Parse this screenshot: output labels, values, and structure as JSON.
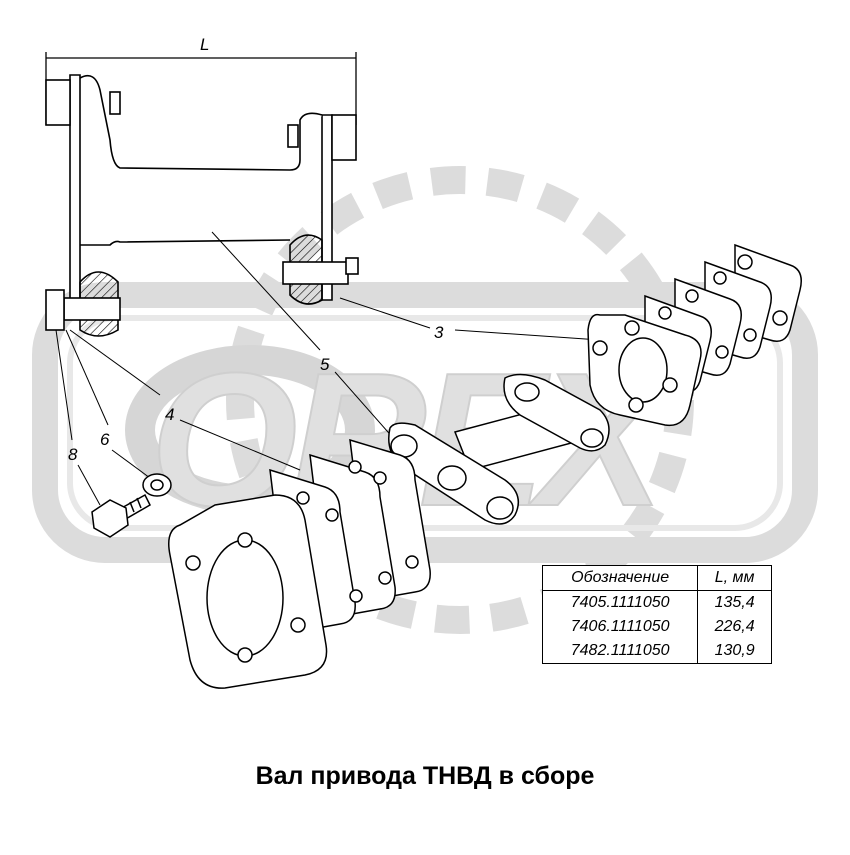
{
  "dimension_label": "L",
  "callouts": [
    "3",
    "4",
    "5",
    "6",
    "8"
  ],
  "watermark": "OREX",
  "table": {
    "headers": [
      "Обозначение",
      "L, мм"
    ],
    "rows": [
      [
        "7405.1111050",
        "135,4"
      ],
      [
        "7406.1111050",
        "226,4"
      ],
      [
        "7482.1111050",
        "130,9"
      ]
    ]
  },
  "caption": "Вал привода ТНВД в сборе",
  "colors": {
    "line": "#000000",
    "watermark": "#d9d9d9",
    "background": "#ffffff"
  }
}
